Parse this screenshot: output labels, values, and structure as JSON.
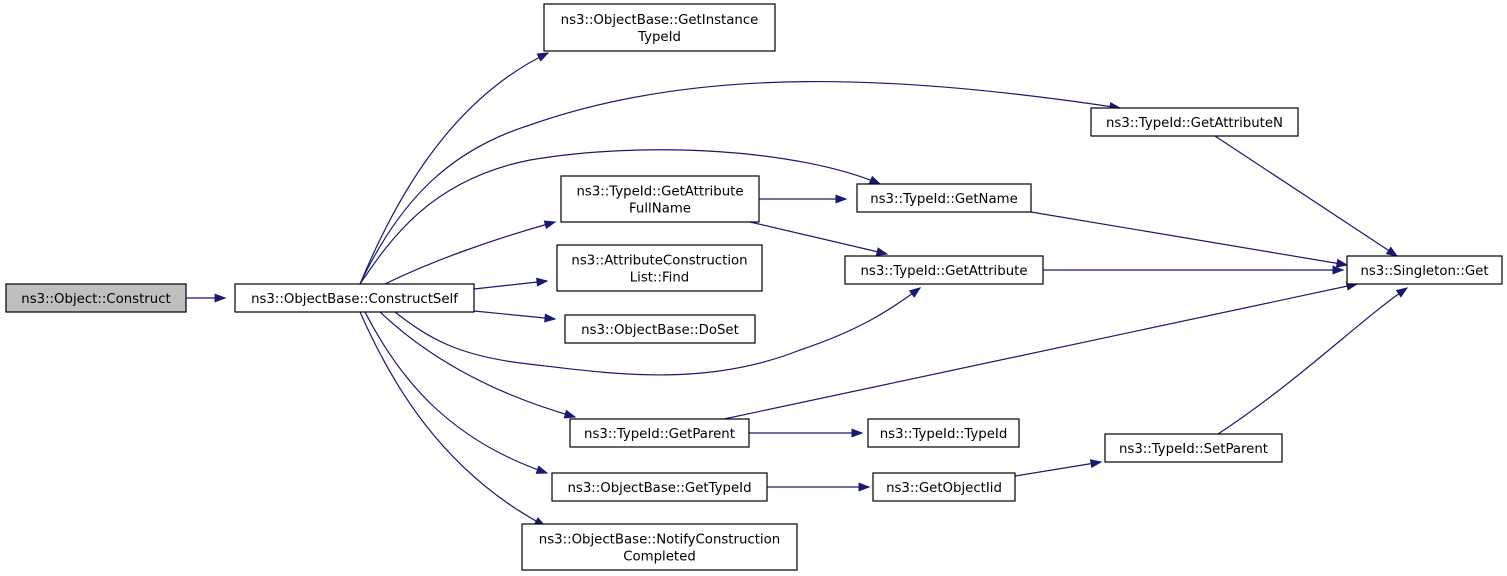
{
  "diagram": {
    "nodes": [
      {
        "id": "construct",
        "lines": [
          "ns3::Object::Construct"
        ],
        "highlighted": true
      },
      {
        "id": "constructself",
        "lines": [
          "ns3::ObjectBase::ConstructSelf"
        ]
      },
      {
        "id": "getinstancetypeid",
        "lines": [
          "ns3::ObjectBase::GetInstance",
          "TypeId"
        ]
      },
      {
        "id": "getattributefullname",
        "lines": [
          "ns3::TypeId::GetAttribute",
          "FullName"
        ]
      },
      {
        "id": "find",
        "lines": [
          "ns3::AttributeConstruction",
          "List::Find"
        ]
      },
      {
        "id": "doset",
        "lines": [
          "ns3::ObjectBase::DoSet"
        ]
      },
      {
        "id": "getparent",
        "lines": [
          "ns3::TypeId::GetParent"
        ]
      },
      {
        "id": "gettypeid",
        "lines": [
          "ns3::ObjectBase::GetTypeId"
        ]
      },
      {
        "id": "notify",
        "lines": [
          "ns3::ObjectBase::NotifyConstruction",
          "Completed"
        ]
      },
      {
        "id": "getattributen",
        "lines": [
          "ns3::TypeId::GetAttributeN"
        ]
      },
      {
        "id": "getname",
        "lines": [
          "ns3::TypeId::GetName"
        ]
      },
      {
        "id": "getattribute",
        "lines": [
          "ns3::TypeId::GetAttribute"
        ]
      },
      {
        "id": "typeidctor",
        "lines": [
          "ns3::TypeId::TypeId"
        ]
      },
      {
        "id": "getobjectiid",
        "lines": [
          "ns3::GetObjectIid"
        ]
      },
      {
        "id": "setparent",
        "lines": [
          "ns3::TypeId::SetParent"
        ]
      },
      {
        "id": "singletonget",
        "lines": [
          "ns3::Singleton::Get"
        ]
      }
    ],
    "edges": [
      {
        "from": "construct",
        "to": "constructself"
      },
      {
        "from": "constructself",
        "to": "getinstancetypeid"
      },
      {
        "from": "constructself",
        "to": "getattributen"
      },
      {
        "from": "constructself",
        "to": "getname"
      },
      {
        "from": "constructself",
        "to": "getattributefullname"
      },
      {
        "from": "constructself",
        "to": "find"
      },
      {
        "from": "constructself",
        "to": "doset"
      },
      {
        "from": "constructself",
        "to": "getattribute"
      },
      {
        "from": "constructself",
        "to": "getparent"
      },
      {
        "from": "constructself",
        "to": "gettypeid"
      },
      {
        "from": "constructself",
        "to": "notify"
      },
      {
        "from": "getattributefullname",
        "to": "getname"
      },
      {
        "from": "getattributefullname",
        "to": "getattribute"
      },
      {
        "from": "getattributen",
        "to": "singletonget"
      },
      {
        "from": "getname",
        "to": "singletonget"
      },
      {
        "from": "getattribute",
        "to": "singletonget"
      },
      {
        "from": "getparent",
        "to": "singletonget"
      },
      {
        "from": "getparent",
        "to": "typeidctor"
      },
      {
        "from": "gettypeid",
        "to": "getobjectiid"
      },
      {
        "from": "getobjectiid",
        "to": "setparent"
      },
      {
        "from": "setparent",
        "to": "singletonget"
      }
    ]
  }
}
